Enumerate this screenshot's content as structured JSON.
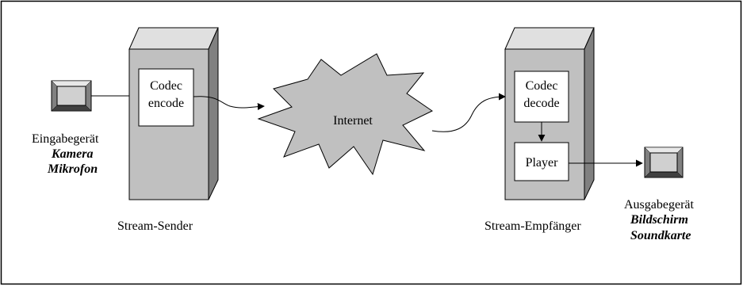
{
  "sender": {
    "caption": "Stream-Sender",
    "codec_line1": "Codec",
    "codec_line2": "encode"
  },
  "receiver": {
    "caption": "Stream-Empfänger",
    "codec_line1": "Codec",
    "codec_line2": "decode",
    "player": "Player"
  },
  "network": {
    "label": "Internet"
  },
  "input_device": {
    "title": "Eingabegerät",
    "items": [
      "Kamera",
      "Mikrofon"
    ]
  },
  "output_device": {
    "title": "Ausgabegerät",
    "items": [
      "Bildschirm",
      "Soundkarte"
    ]
  },
  "colors": {
    "tower_front": "#c0c0c0",
    "tower_side": "#808080",
    "tower_top": "#e0e0e0",
    "device_bezel": "#808080",
    "device_screen": "#d0d0d0",
    "cloud": "#c0c0c0"
  }
}
